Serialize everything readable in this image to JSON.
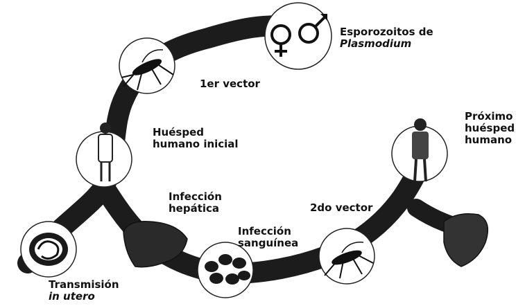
{
  "labels": {
    "esporozoitos": {
      "line1": "Esporozoitos de",
      "line2": "Plasmodium"
    },
    "vector1": "1er vector",
    "huesped_inicial": {
      "line1": "Huésped",
      "line2": "humano inicial"
    },
    "proximo": {
      "line1": "Próximo",
      "line2": "huésped",
      "line3": "humano"
    },
    "hepatica": {
      "line1": "Infección",
      "line2": "hepática"
    },
    "vector2": "2do vector",
    "sanguinea": {
      "line1": "Infección",
      "line2": "sanguínea"
    },
    "transmision": {
      "line1": "Transmisión",
      "line2": "in utero"
    }
  },
  "colors": {
    "band": "#1a1a1a",
    "ink": "#111111",
    "circle_fill": "#ffffff"
  }
}
